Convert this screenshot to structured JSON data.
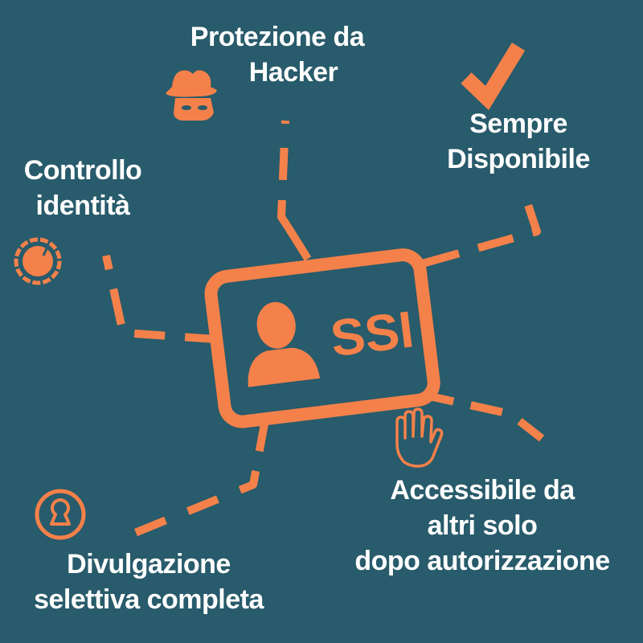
{
  "center": {
    "label": "SSI",
    "icon": "user-icon"
  },
  "colors": {
    "background": "#285b6b",
    "accent": "#f5814a",
    "text": "#ffffff"
  },
  "features": [
    {
      "id": "hacker",
      "icon": "spy-hacker-icon",
      "lines": [
        "Protezione da",
        "Hacker"
      ]
    },
    {
      "id": "available",
      "icon": "checkmark-icon",
      "lines": [
        "Sempre",
        "Disponibile"
      ]
    },
    {
      "id": "identity",
      "icon": "dial-control-icon",
      "lines": [
        "Controllo",
        "identità"
      ]
    },
    {
      "id": "disclosure",
      "icon": "keyhole-icon",
      "lines": [
        "Divulgazione",
        "selettiva completa"
      ]
    },
    {
      "id": "authorization",
      "icon": "hand-stop-icon",
      "lines": [
        "Accessibile da",
        "altri solo",
        "dopo autorizzazione"
      ]
    }
  ]
}
